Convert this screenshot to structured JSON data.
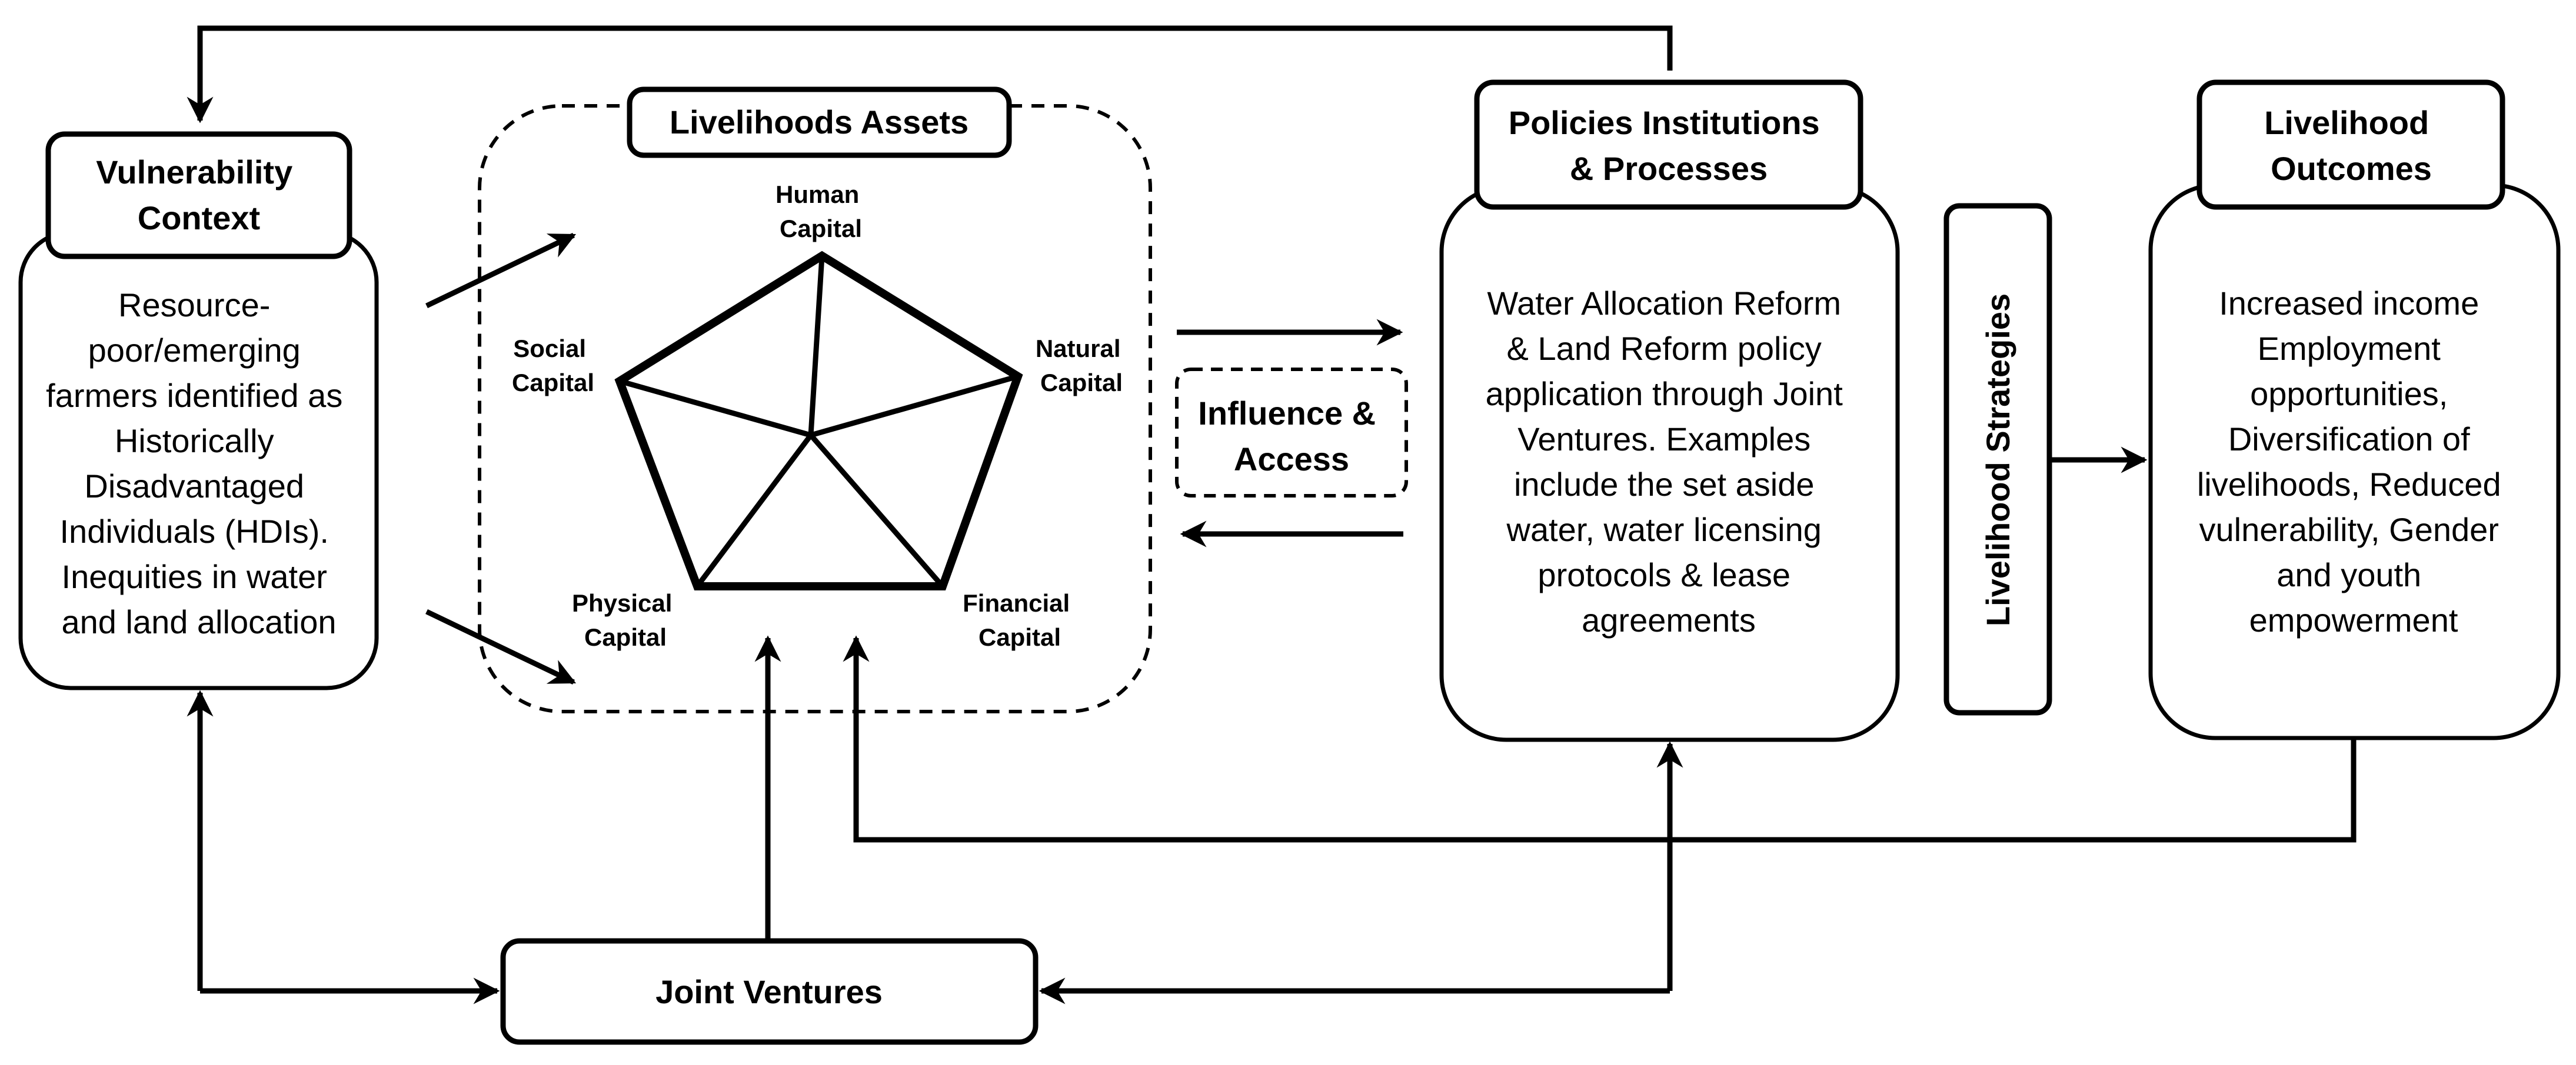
{
  "vulnerability": {
    "title": [
      "Vulnerability",
      "Context"
    ],
    "body": [
      "Resource-",
      "poor/emerging",
      "farmers identified as",
      "Historically",
      "Disadvantaged",
      "Individuals (HDIs).",
      "Inequities in water",
      "and land allocation"
    ]
  },
  "assets": {
    "title": "Livelihoods Assets",
    "human": [
      "Human",
      "Capital"
    ],
    "natural": [
      "Natural",
      "Capital"
    ],
    "financial": [
      "Financial",
      "Capital"
    ],
    "physical": [
      "Physical",
      "Capital"
    ],
    "social": [
      "Social",
      "Capital"
    ]
  },
  "influence": [
    "Influence &",
    "Access"
  ],
  "policies": {
    "title": [
      "Policies Institutions",
      "& Processes"
    ],
    "body": [
      "Water Allocation Reform",
      "& Land Reform policy",
      "application through Joint",
      "Ventures. Examples",
      "include the set aside",
      "water, water licensing",
      "protocols & lease",
      "agreements"
    ]
  },
  "strategies": "Livelihood Strategies",
  "outcomes": {
    "title": [
      "Livelihood",
      "Outcomes"
    ],
    "body": [
      "Increased income",
      "Employment",
      "opportunities,",
      "Diversification of",
      "livelihoods, Reduced",
      "vulnerability, Gender",
      "and youth",
      "empowerment"
    ]
  },
  "joint_ventures": "Joint Ventures"
}
